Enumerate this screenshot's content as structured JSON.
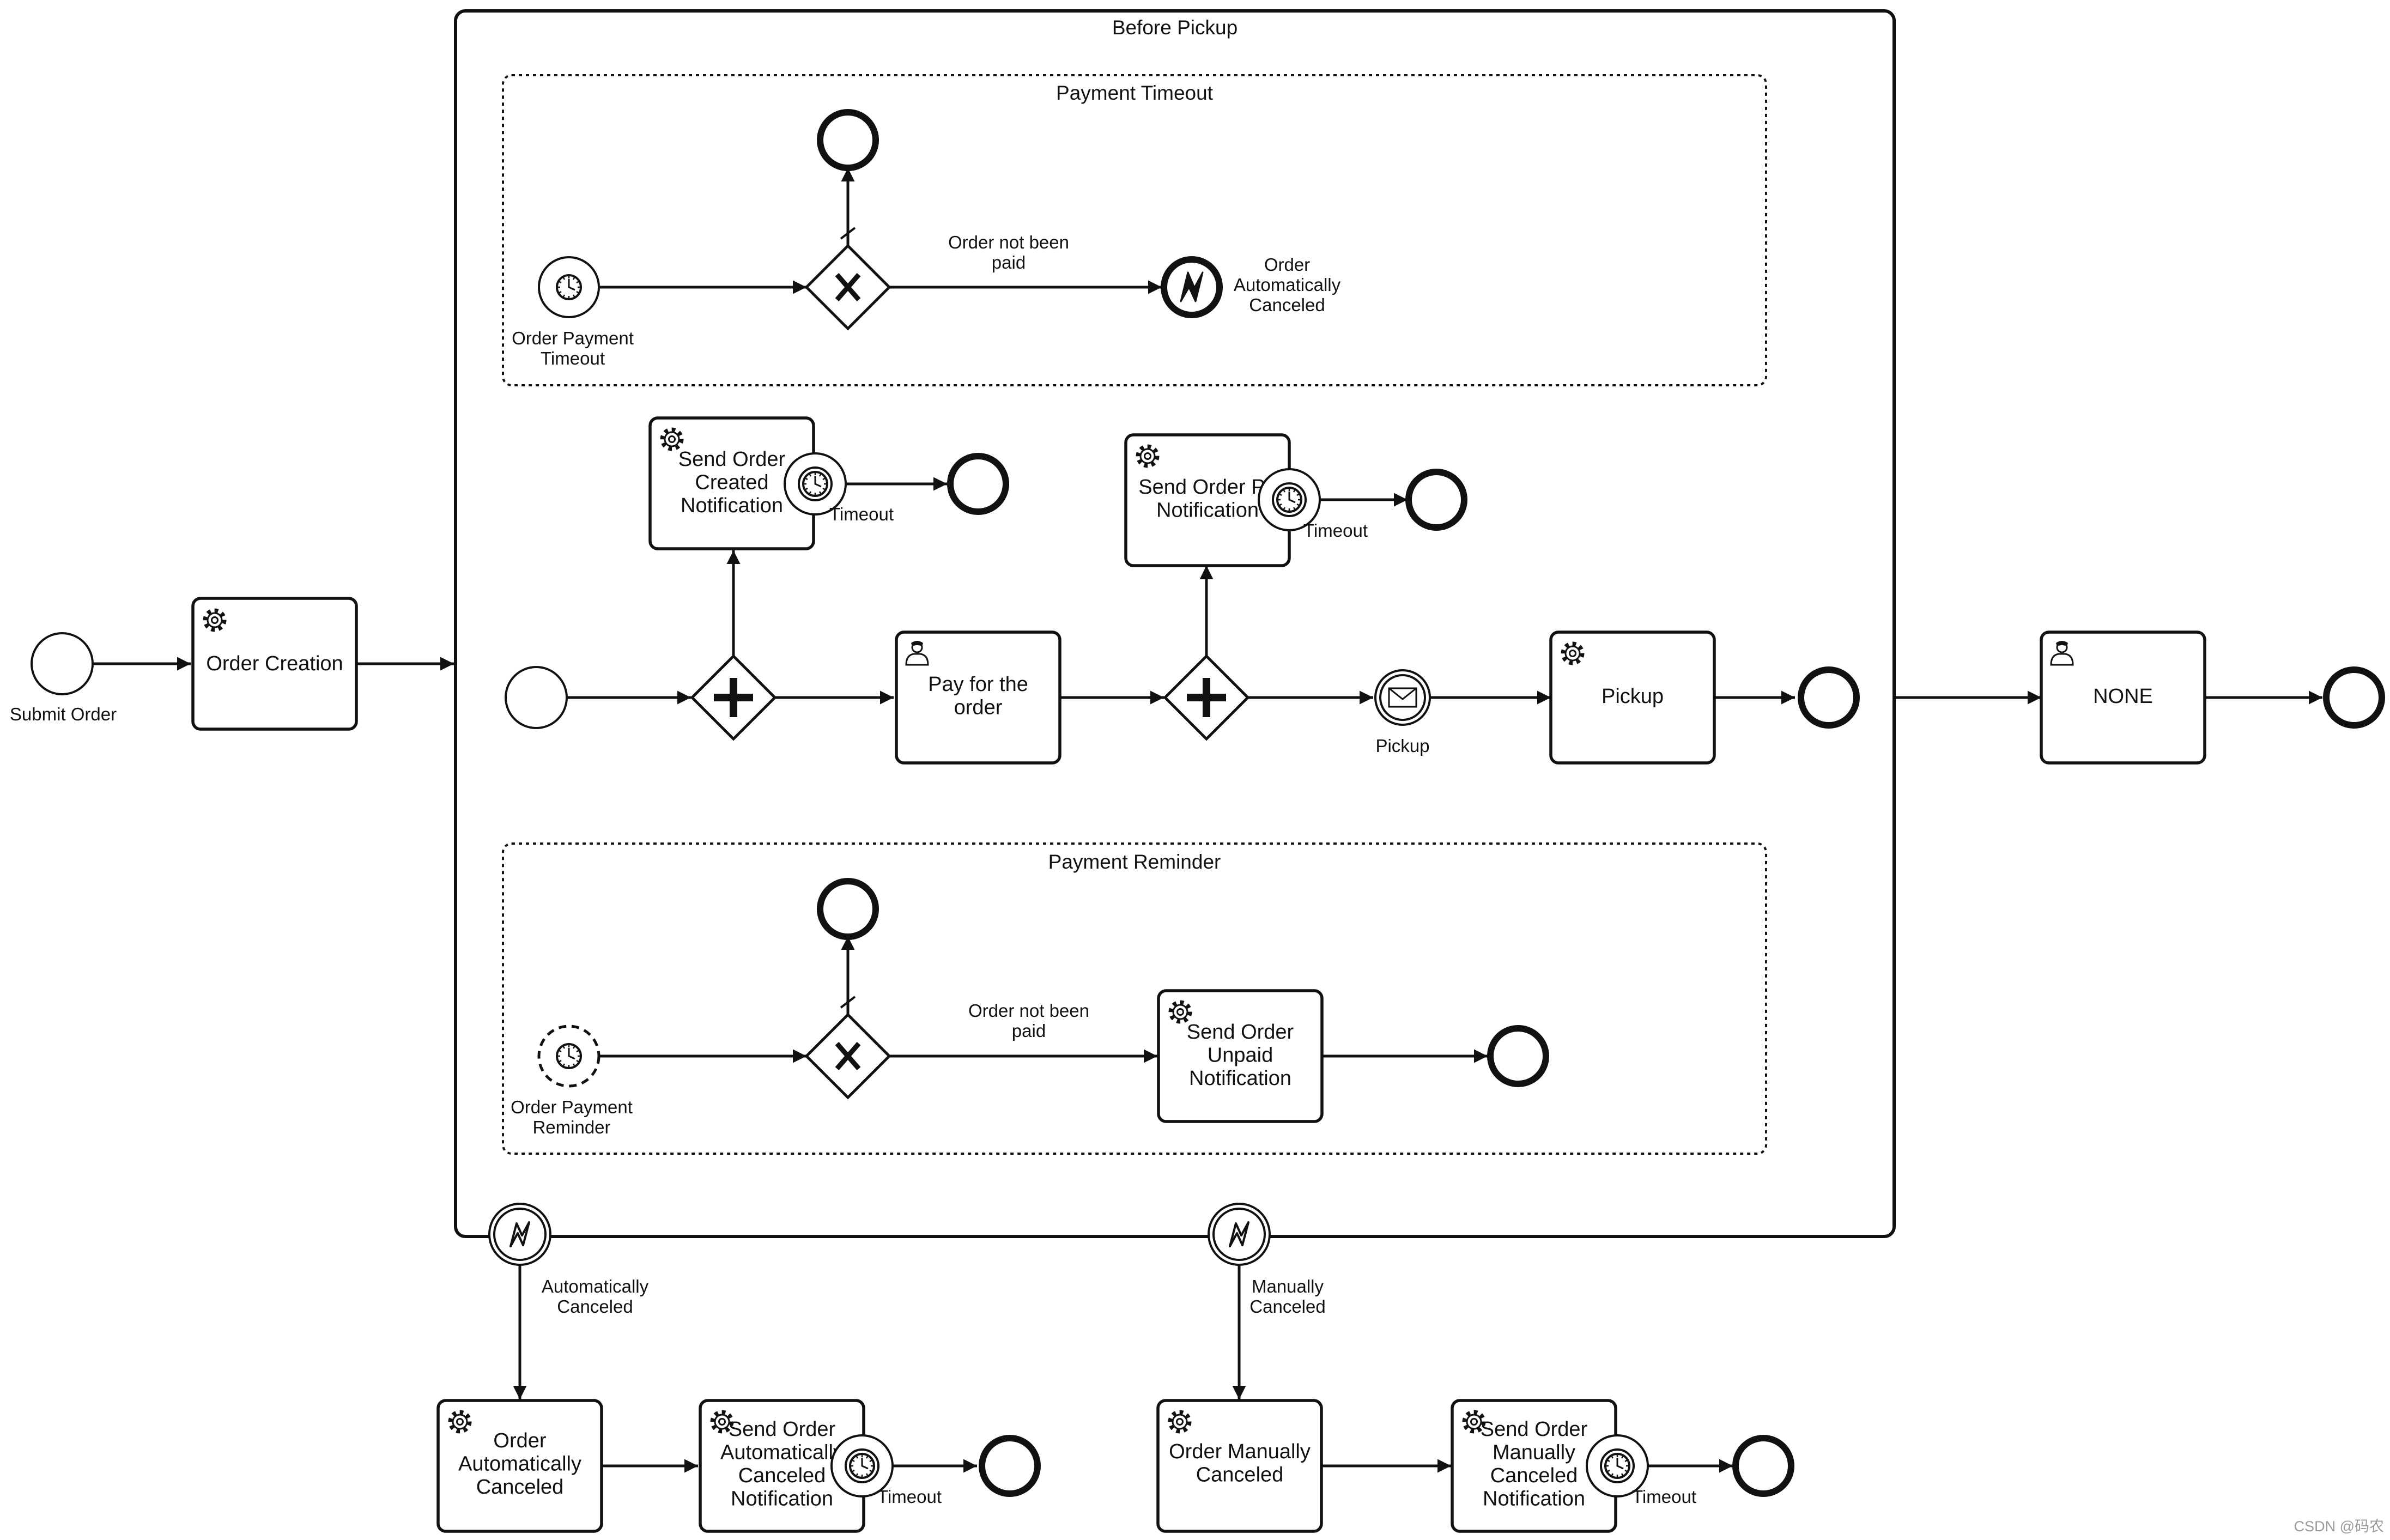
{
  "diagram": {
    "colors": {
      "stroke": "#111111",
      "fill": "#ffffff",
      "text": "#111111",
      "watermark": "#9a9a9a"
    },
    "events": {
      "submit_order": "Submit Order",
      "order_payment_timeout": "Order Payment\nTimeout",
      "order_auto_canceled_end": "Order\nAutomatically\nCanceled",
      "timeout": "Timeout",
      "pickup_message": "Pickup",
      "order_payment_reminder": "Order Payment\nReminder",
      "auto_canceled_boundary": "Automatically\nCanceled",
      "manual_canceled_boundary": "Manually\nCanceled"
    },
    "flows": {
      "order_not_paid": "Order not been\npaid"
    },
    "subprocesses": {
      "before_pickup": "Before Pickup",
      "payment_timeout": "Payment Timeout",
      "payment_reminder": "Payment Reminder"
    },
    "tasks": {
      "order_creation": {
        "label": "Order Creation",
        "kind": "service",
        "icon": "gear-icon"
      },
      "send_created_notification": {
        "label": "Send Order\nCreated\nNotification",
        "kind": "service",
        "icon": "gear-icon"
      },
      "send_paid_notification": {
        "label": "Send Order Pa\nNotification",
        "kind": "service",
        "icon": "gear-icon"
      },
      "pay_for_order": {
        "label": "Pay for the\norder",
        "kind": "user",
        "icon": "user-icon"
      },
      "pickup": {
        "label": "Pickup",
        "kind": "service",
        "icon": "gear-icon"
      },
      "none": {
        "label": "NONE",
        "kind": "user",
        "icon": "user-icon"
      },
      "send_unpaid_notification": {
        "label": "Send Order\nUnpaid\nNotification",
        "kind": "service",
        "icon": "gear-icon"
      },
      "order_auto_canceled": {
        "label": "Order\nAutomatically\nCanceled",
        "kind": "service",
        "icon": "gear-icon"
      },
      "send_auto_canceled_notification": {
        "label": "Send Order\nAutomatically\nCanceled\nNotification",
        "kind": "service",
        "icon": "gear-icon"
      },
      "order_manually_canceled": {
        "label": "Order Manually\nCanceled",
        "kind": "service",
        "icon": "gear-icon"
      },
      "send_manual_canceled_notification": {
        "label": "Send Order\nManually\nCanceled\nNotification",
        "kind": "service",
        "icon": "gear-icon"
      }
    },
    "watermark": "CSDN @码农"
  }
}
